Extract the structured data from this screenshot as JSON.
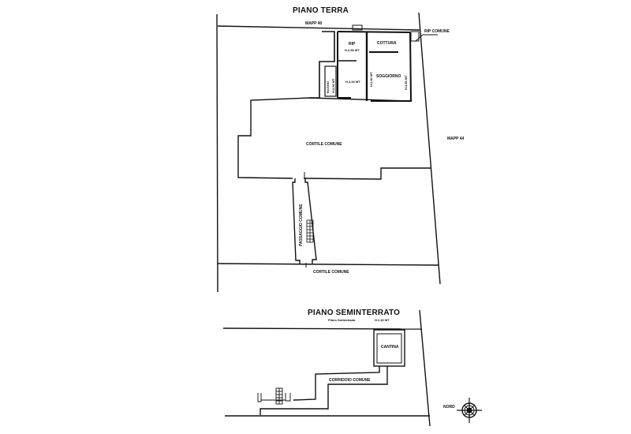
{
  "plan": {
    "ground_floor": {
      "title": "PIANO TERRA",
      "mapp_top": "MAPP 40",
      "mapp_right": "MAPP 44",
      "rip_comune": "RIP COMUNE",
      "rooms": [
        {
          "name": "RIP",
          "height": "H.2,95 MT"
        },
        {
          "name": "COTTURA",
          "height": ""
        },
        {
          "name": "BAGNO",
          "height": "H.2,90 MT"
        },
        {
          "name": "",
          "height": "H.2,94 MT"
        },
        {
          "name": "",
          "height": "H.2,40 MT"
        },
        {
          "name": "SOGGIORNO",
          "height": ""
        },
        {
          "name": "",
          "height": "H.3,50 MT"
        }
      ],
      "courtyard": "CORTILE COMUNE",
      "passage": "PASSAGGIO COMUNE",
      "courtyard_bottom": "CORTILE COMUNE"
    },
    "basement": {
      "title": "PIANO SEMINTERRATO",
      "subtitle": "Piano Sottostrada",
      "height": "H.2,40 MT",
      "cellar": "CANTINA",
      "corridor": "CORRIDOIO COMUNE"
    },
    "compass": {
      "label": "NORD",
      "icon": "compass-rose-icon"
    }
  }
}
